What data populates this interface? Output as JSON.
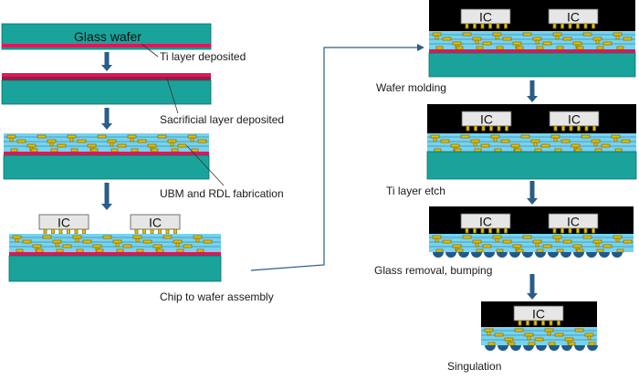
{
  "diagram": {
    "glass_wafer_label": "Glass wafer",
    "ic_label": "IC",
    "steps": {
      "ti_layer": "Ti layer deposited",
      "sacrificial": "Sacrificial layer deposited",
      "ubm_rdl": "UBM and RDL fabrication",
      "chip_to_wafer": "Chip to wafer assembly",
      "wafer_molding": "Wafer molding",
      "ti_etch": "Ti layer etch",
      "glass_removal": "Glass removal, bumping",
      "singulation": "Singulation"
    }
  },
  "colors": {
    "glass": "#1aa39a",
    "glass_edge": "#0c6f68",
    "ti": "#d61b5a",
    "dielectric": "#79d2ee",
    "dielectric_line": "#2f8fb5",
    "rdl": "#e6c200",
    "rdl_edge": "#8a7200",
    "mold": "#000000",
    "chip": "#e6e6e6",
    "bump": "#1e5a8a",
    "arrow": "#2a5d87"
  }
}
